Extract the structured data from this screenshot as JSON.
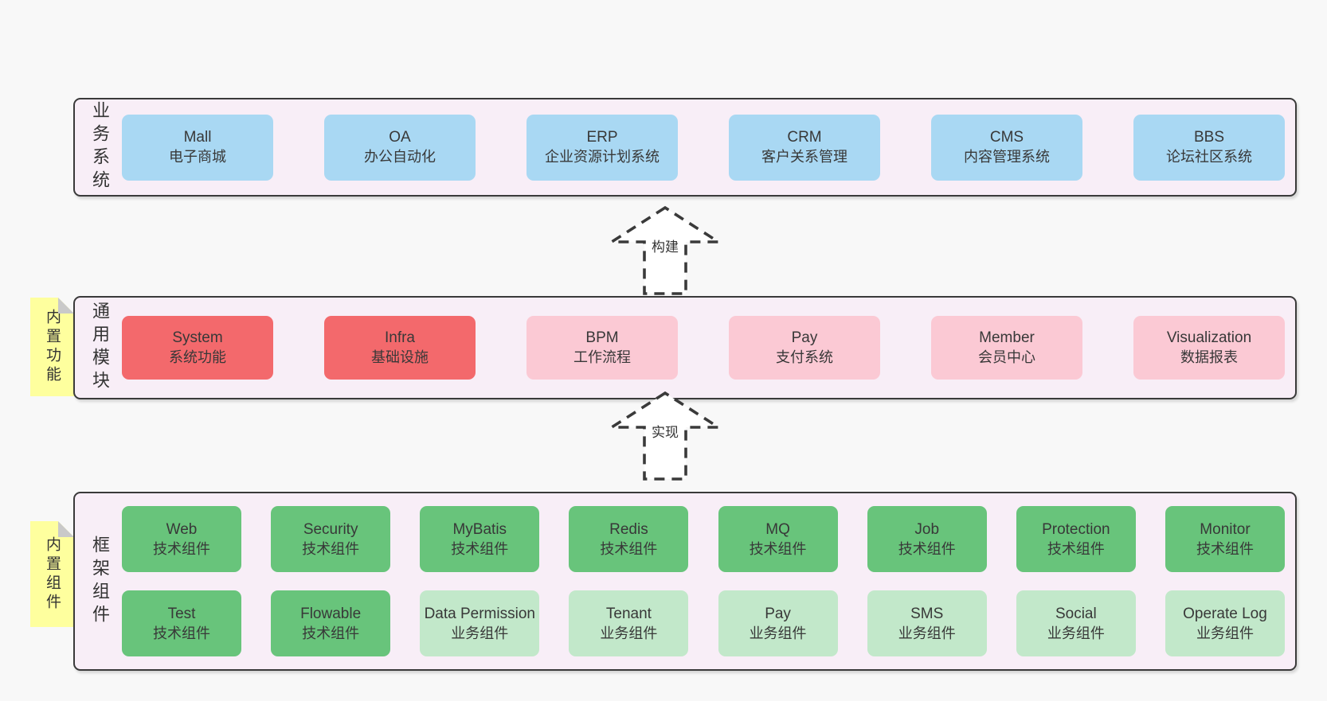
{
  "colors": {
    "blue": "#a9d8f3",
    "red": "#f3696c",
    "pink": "#fbc9d4",
    "green": "#68c47b",
    "lightGreen": "#c2e8ca",
    "containerBg": "#f8eef7",
    "containerBorder": "#3a3a3a",
    "stickyBg": "#feff9e",
    "stickyFold": "#c9c9c9",
    "pageBg": "#f8f8f8",
    "text": "#383838"
  },
  "layers": [
    {
      "label": "业务系统",
      "rows": [
        [
          {
            "title": "Mall",
            "subtitle": "电子商城",
            "color": "blue"
          },
          {
            "title": "OA",
            "subtitle": "办公自动化",
            "color": "blue"
          },
          {
            "title": "ERP",
            "subtitle": "企业资源计划系统",
            "color": "blue"
          },
          {
            "title": "CRM",
            "subtitle": "客户关系管理",
            "color": "blue"
          },
          {
            "title": "CMS",
            "subtitle": "内容管理系统",
            "color": "blue"
          },
          {
            "title": "BBS",
            "subtitle": "论坛社区系统",
            "color": "blue"
          }
        ]
      ]
    },
    {
      "label": "通用模块",
      "sticky": "内置功能",
      "rows": [
        [
          {
            "title": "System",
            "subtitle": "系统功能",
            "color": "red"
          },
          {
            "title": "Infra",
            "subtitle": "基础设施",
            "color": "red"
          },
          {
            "title": "BPM",
            "subtitle": "工作流程",
            "color": "pink"
          },
          {
            "title": "Pay",
            "subtitle": "支付系统",
            "color": "pink"
          },
          {
            "title": "Member",
            "subtitle": "会员中心",
            "color": "pink"
          },
          {
            "title": "Visualization",
            "subtitle": "数据报表",
            "color": "pink"
          }
        ]
      ]
    },
    {
      "label": "框架组件",
      "sticky": "内置组件",
      "rows": [
        [
          {
            "title": "Web",
            "subtitle": "技术组件",
            "color": "green"
          },
          {
            "title": "Security",
            "subtitle": "技术组件",
            "color": "green"
          },
          {
            "title": "MyBatis",
            "subtitle": "技术组件",
            "color": "green"
          },
          {
            "title": "Redis",
            "subtitle": "技术组件",
            "color": "green"
          },
          {
            "title": "MQ",
            "subtitle": "技术组件",
            "color": "green"
          },
          {
            "title": "Job",
            "subtitle": "技术组件",
            "color": "green"
          },
          {
            "title": "Protection",
            "subtitle": "技术组件",
            "color": "green"
          },
          {
            "title": "Monitor",
            "subtitle": "技术组件",
            "color": "green"
          }
        ],
        [
          {
            "title": "Test",
            "subtitle": "技术组件",
            "color": "green"
          },
          {
            "title": "Flowable",
            "subtitle": "技术组件",
            "color": "green"
          },
          {
            "title": "Data Permission",
            "subtitle": "业务组件",
            "color": "lightGreen"
          },
          {
            "title": "Tenant",
            "subtitle": "业务组件",
            "color": "lightGreen"
          },
          {
            "title": "Pay",
            "subtitle": "业务组件",
            "color": "lightGreen"
          },
          {
            "title": "SMS",
            "subtitle": "业务组件",
            "color": "lightGreen"
          },
          {
            "title": "Social",
            "subtitle": "业务组件",
            "color": "lightGreen"
          },
          {
            "title": "Operate Log",
            "subtitle": "业务组件",
            "color": "lightGreen"
          }
        ]
      ]
    }
  ],
  "arrows": [
    {
      "label": "构建"
    },
    {
      "label": "实现"
    }
  ]
}
